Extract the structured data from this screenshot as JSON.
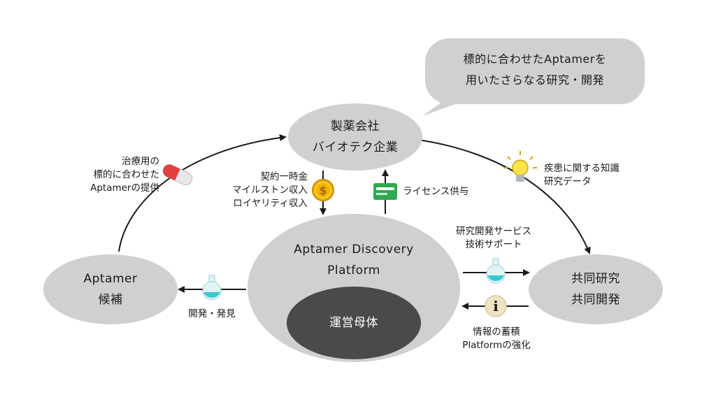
{
  "nodes": {
    "pharma": {
      "line1": "製薬会社",
      "line2": "バイオテク企業"
    },
    "platform": {
      "line1": "Aptamer Discovery",
      "line2": "Platform"
    },
    "operator": {
      "label": "運営母体"
    },
    "candidate": {
      "line1": "Aptamer",
      "line2": "候補"
    },
    "joint": {
      "line1": "共同研究",
      "line2": "共同開発"
    }
  },
  "callout": {
    "line1": "標的に合わせたAptamerを",
    "line2": "用いたさらなる研究・開発"
  },
  "labels": {
    "therapeutic": {
      "line1": "治療用の",
      "line2": "標的に合わせた",
      "line3": "Aptamerの提供"
    },
    "payments": {
      "line1": "契約一時金",
      "line2": "マイルストン収入",
      "line3": "ロイヤリティ収入"
    },
    "license": {
      "text": "ライセンス供与"
    },
    "knowledge": {
      "line1": "疾患に関する知識",
      "line2": "研究データ"
    },
    "services": {
      "line1": "研究開発サービス",
      "line2": "技術サポート"
    },
    "discovery": {
      "text": "開発・発見"
    },
    "accumulation": {
      "line1": "情報の蓄積",
      "line2": "Platformの強化"
    }
  },
  "icons": {
    "pill": "pill-icon",
    "coin": "dollar-coin-icon",
    "license": "license-card-icon",
    "bulb": "lightbulb-icon",
    "flask": "flask-icon",
    "info": "info-icon"
  },
  "colors": {
    "node_fill": "#d0d0d0",
    "operator_fill": "#4a4a4a",
    "arrow": "#1a1a1a",
    "callout_fill": "#d0d0d0"
  }
}
